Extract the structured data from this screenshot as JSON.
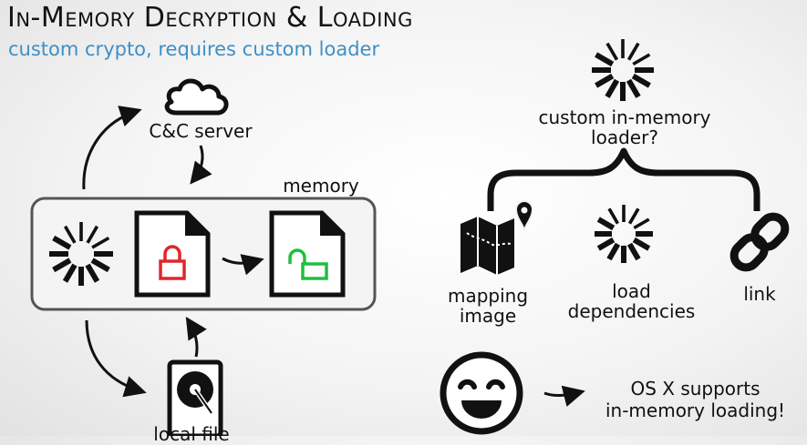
{
  "header": {
    "title": "In-Memory Decryption & Loading",
    "subtitle": "custom crypto, requires custom loader"
  },
  "left": {
    "server_label": "C&C server",
    "memory_label": "memory",
    "disk_label": "local file"
  },
  "right": {
    "question_line1": "custom in-memory",
    "question_line2": "loader?",
    "mapping_line1": "mapping",
    "mapping_line2": "image",
    "deps_line1": "load",
    "deps_line2": "dependencies",
    "link_label": "link",
    "osx_line1": "OS X supports",
    "osx_line2": "in-memory loading!"
  },
  "colors": {
    "subtitle": "#3f8fc6",
    "lock_locked": "#e0262a",
    "lock_unlocked": "#1fbf3f"
  },
  "icons": [
    "cloud-icon",
    "spinner-icon",
    "locked-file-icon",
    "unlocked-file-icon",
    "hard-disk-icon",
    "map-icon",
    "link-icon",
    "smiley-icon"
  ]
}
